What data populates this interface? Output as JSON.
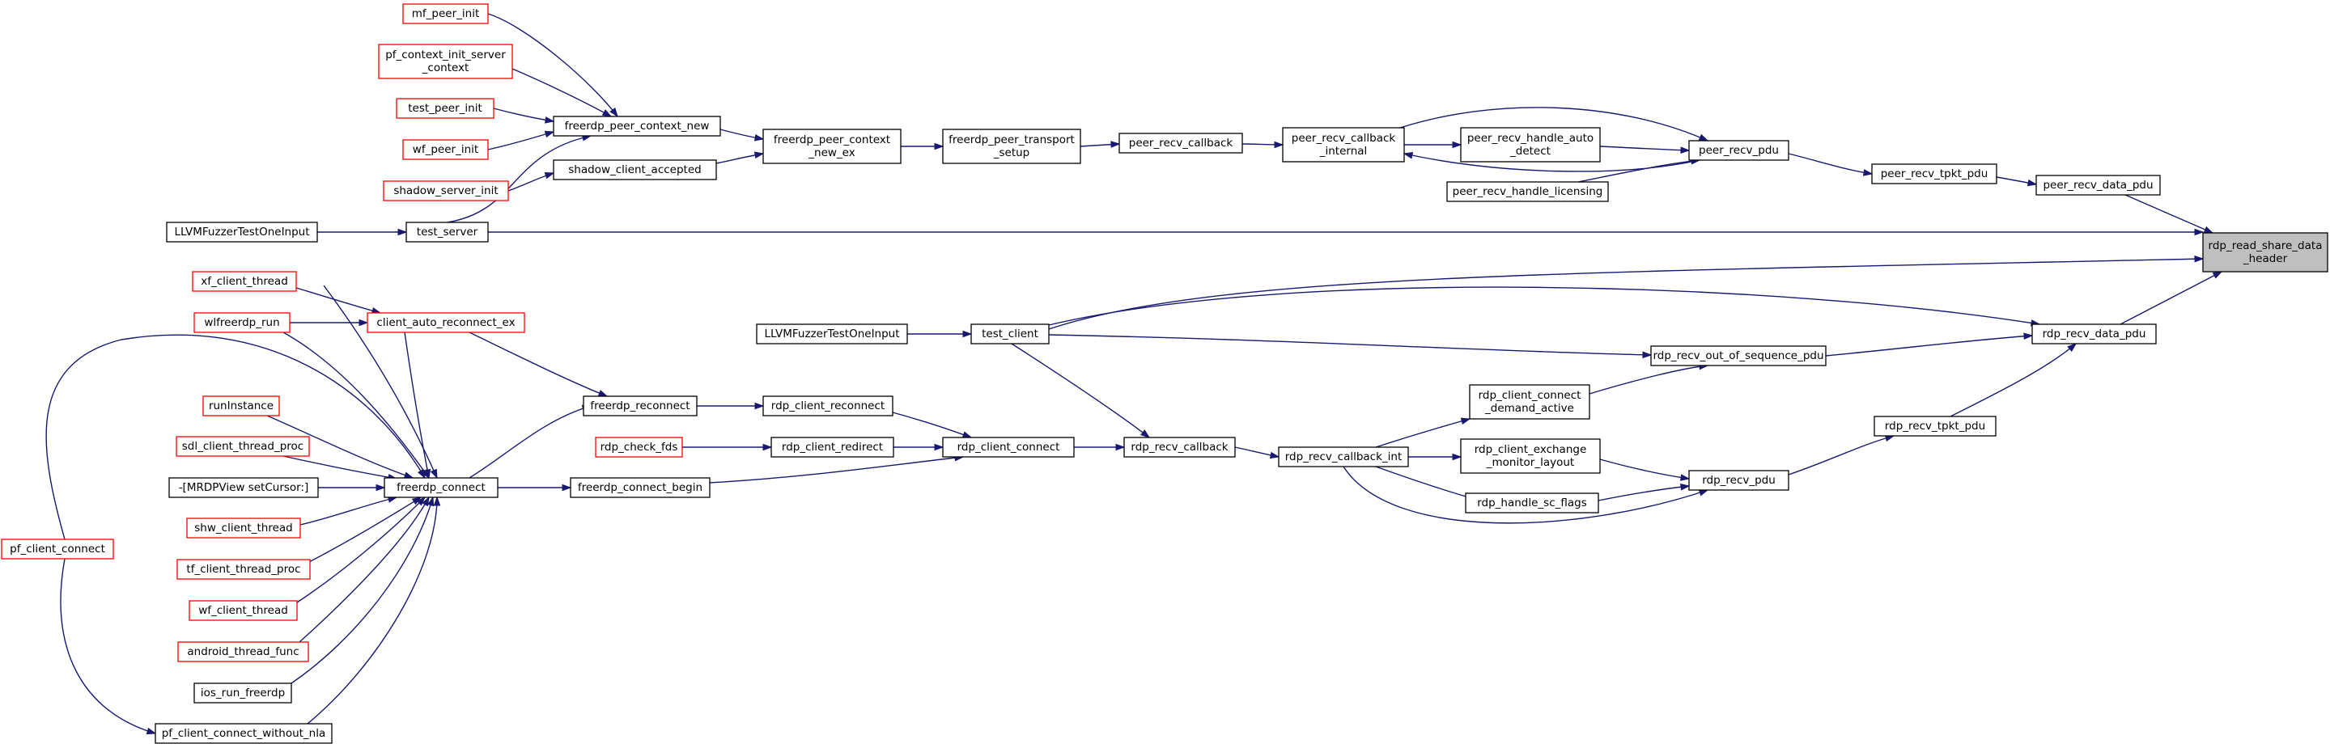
{
  "graph": {
    "nodes": [
      {
        "id": "focus",
        "lines": [
          "rdp_read_share_data",
          "_header"
        ],
        "style": "focus"
      },
      {
        "id": "mf_peer_init",
        "lines": [
          "mf_peer_init"
        ],
        "style": "red"
      },
      {
        "id": "pf_context_init",
        "lines": [
          "pf_context_init_server",
          "_context"
        ],
        "style": "red"
      },
      {
        "id": "test_peer_init",
        "lines": [
          "test_peer_init"
        ],
        "style": "red"
      },
      {
        "id": "wf_peer_init",
        "lines": [
          "wf_peer_init"
        ],
        "style": "red"
      },
      {
        "id": "shadow_server_init",
        "lines": [
          "shadow_server_init"
        ],
        "style": "red"
      },
      {
        "id": "llvm1",
        "lines": [
          "LLVMFuzzerTestOneInput"
        ],
        "style": "black"
      },
      {
        "id": "test_server",
        "lines": [
          "test_server"
        ],
        "style": "black"
      },
      {
        "id": "fpcn",
        "lines": [
          "freerdp_peer_context_new"
        ],
        "style": "black"
      },
      {
        "id": "sca",
        "lines": [
          "shadow_client_accepted"
        ],
        "style": "black"
      },
      {
        "id": "fpcnex",
        "lines": [
          "freerdp_peer_context",
          "_new_ex"
        ],
        "style": "black"
      },
      {
        "id": "fpts",
        "lines": [
          "freerdp_peer_transport",
          "_setup"
        ],
        "style": "black"
      },
      {
        "id": "prc",
        "lines": [
          "peer_recv_callback"
        ],
        "style": "black"
      },
      {
        "id": "prci",
        "lines": [
          "peer_recv_callback",
          "_internal"
        ],
        "style": "black"
      },
      {
        "id": "prhad",
        "lines": [
          "peer_recv_handle_auto",
          "_detect"
        ],
        "style": "black"
      },
      {
        "id": "prhl",
        "lines": [
          "peer_recv_handle_licensing"
        ],
        "style": "black"
      },
      {
        "id": "prp",
        "lines": [
          "peer_recv_pdu"
        ],
        "style": "black"
      },
      {
        "id": "prtp",
        "lines": [
          "peer_recv_tpkt_pdu"
        ],
        "style": "black"
      },
      {
        "id": "prdp",
        "lines": [
          "peer_recv_data_pdu"
        ],
        "style": "black"
      },
      {
        "id": "xf_client_thread",
        "lines": [
          "xf_client_thread"
        ],
        "style": "red"
      },
      {
        "id": "wlfreerdp_run",
        "lines": [
          "wlfreerdp_run"
        ],
        "style": "red"
      },
      {
        "id": "care",
        "lines": [
          "client_auto_reconnect_ex"
        ],
        "style": "red"
      },
      {
        "id": "runInstance",
        "lines": [
          "runInstance"
        ],
        "style": "red"
      },
      {
        "id": "sdl",
        "lines": [
          "sdl_client_thread_proc"
        ],
        "style": "red"
      },
      {
        "id": "mrdp",
        "lines": [
          "-[MRDPView setCursor:]"
        ],
        "style": "black"
      },
      {
        "id": "shw",
        "lines": [
          "shw_client_thread"
        ],
        "style": "red"
      },
      {
        "id": "tf",
        "lines": [
          "tf_client_thread_proc"
        ],
        "style": "red"
      },
      {
        "id": "wf_client_thread",
        "lines": [
          "wf_client_thread"
        ],
        "style": "red"
      },
      {
        "id": "android",
        "lines": [
          "android_thread_func"
        ],
        "style": "red"
      },
      {
        "id": "ios",
        "lines": [
          "ios_run_freerdp"
        ],
        "style": "black"
      },
      {
        "id": "pfcwn",
        "lines": [
          "pf_client_connect_without_nla"
        ],
        "style": "black"
      },
      {
        "id": "pfcc",
        "lines": [
          "pf_client_connect"
        ],
        "style": "red"
      },
      {
        "id": "fc",
        "lines": [
          "freerdp_connect"
        ],
        "style": "black"
      },
      {
        "id": "fr",
        "lines": [
          "freerdp_reconnect"
        ],
        "style": "black"
      },
      {
        "id": "fcb",
        "lines": [
          "freerdp_connect_begin"
        ],
        "style": "black"
      },
      {
        "id": "rcr",
        "lines": [
          "rdp_client_reconnect"
        ],
        "style": "black"
      },
      {
        "id": "rcf",
        "lines": [
          "rdp_check_fds"
        ],
        "style": "red"
      },
      {
        "id": "rcrd",
        "lines": [
          "rdp_client_redirect"
        ],
        "style": "black"
      },
      {
        "id": "rcc",
        "lines": [
          "rdp_client_connect"
        ],
        "style": "black"
      },
      {
        "id": "llvm2",
        "lines": [
          "LLVMFuzzerTestOneInput"
        ],
        "style": "black"
      },
      {
        "id": "test_client",
        "lines": [
          "test_client"
        ],
        "style": "black"
      },
      {
        "id": "rrc",
        "lines": [
          "rdp_recv_callback"
        ],
        "style": "black"
      },
      {
        "id": "rrci",
        "lines": [
          "rdp_recv_callback_int"
        ],
        "style": "black"
      },
      {
        "id": "rcda",
        "lines": [
          "rdp_client_connect",
          "_demand_active"
        ],
        "style": "black"
      },
      {
        "id": "rceml",
        "lines": [
          "rdp_client_exchange",
          "_monitor_layout"
        ],
        "style": "black"
      },
      {
        "id": "rhsf",
        "lines": [
          "rdp_handle_sc_flags"
        ],
        "style": "black"
      },
      {
        "id": "rroosp",
        "lines": [
          "rdp_recv_out_of_sequence_pdu"
        ],
        "style": "black"
      },
      {
        "id": "rrp",
        "lines": [
          "rdp_recv_pdu"
        ],
        "style": "black"
      },
      {
        "id": "rrtp",
        "lines": [
          "rdp_recv_tpkt_pdu"
        ],
        "style": "black"
      },
      {
        "id": "rrdp",
        "lines": [
          "rdp_recv_data_pdu"
        ],
        "style": "black"
      }
    ],
    "edges": [
      {
        "from": "prdp",
        "to": "focus"
      },
      {
        "from": "test_server",
        "to": "focus"
      },
      {
        "from": "test_client",
        "to": "focus"
      },
      {
        "from": "rrdp",
        "to": "focus"
      },
      {
        "from": "mf_peer_init",
        "to": "fpcn"
      },
      {
        "from": "pf_context_init",
        "to": "fpcn"
      },
      {
        "from": "test_peer_init",
        "to": "fpcn"
      },
      {
        "from": "wf_peer_init",
        "to": "fpcn"
      },
      {
        "from": "test_server",
        "to": "fpcn"
      },
      {
        "from": "shadow_server_init",
        "to": "sca"
      },
      {
        "from": "llvm1",
        "to": "test_server"
      },
      {
        "from": "fpcn",
        "to": "fpcnex"
      },
      {
        "from": "sca",
        "to": "fpcnex"
      },
      {
        "from": "fpcnex",
        "to": "fpts"
      },
      {
        "from": "fpts",
        "to": "prc"
      },
      {
        "from": "prc",
        "to": "prci"
      },
      {
        "from": "prci",
        "to": "prhad"
      },
      {
        "from": "prci",
        "to": "prp"
      },
      {
        "from": "prhad",
        "to": "prp"
      },
      {
        "from": "prhl",
        "to": "prp"
      },
      {
        "from": "prp",
        "to": "prci"
      },
      {
        "from": "prp",
        "to": "prtp"
      },
      {
        "from": "prtp",
        "to": "prdp"
      },
      {
        "from": "xf_client_thread",
        "to": "care"
      },
      {
        "from": "wlfreerdp_run",
        "to": "care"
      },
      {
        "from": "xf_client_thread",
        "to": "fc"
      },
      {
        "from": "wlfreerdp_run",
        "to": "fc"
      },
      {
        "from": "care",
        "to": "fc"
      },
      {
        "from": "runInstance",
        "to": "fc"
      },
      {
        "from": "sdl",
        "to": "fc"
      },
      {
        "from": "mrdp",
        "to": "fc"
      },
      {
        "from": "shw",
        "to": "fc"
      },
      {
        "from": "tf",
        "to": "fc"
      },
      {
        "from": "wf_client_thread",
        "to": "fc"
      },
      {
        "from": "android",
        "to": "fc"
      },
      {
        "from": "ios",
        "to": "fc"
      },
      {
        "from": "pfcwn",
        "to": "fc"
      },
      {
        "from": "pfcc",
        "to": "fc"
      },
      {
        "from": "pfcc",
        "to": "pfcwn"
      },
      {
        "from": "care",
        "to": "fr"
      },
      {
        "from": "fc",
        "to": "fr"
      },
      {
        "from": "fc",
        "to": "fcb"
      },
      {
        "from": "fr",
        "to": "rcr"
      },
      {
        "from": "rcf",
        "to": "rcrd"
      },
      {
        "from": "rcr",
        "to": "rcc"
      },
      {
        "from": "rcrd",
        "to": "rcc"
      },
      {
        "from": "fcb",
        "to": "rcc"
      },
      {
        "from": "rcc",
        "to": "rrc"
      },
      {
        "from": "llvm2",
        "to": "test_client"
      },
      {
        "from": "test_client",
        "to": "rrc"
      },
      {
        "from": "rrc",
        "to": "rrci"
      },
      {
        "from": "rrci",
        "to": "rcda"
      },
      {
        "from": "rrci",
        "to": "rceml"
      },
      {
        "from": "rrci",
        "to": "rhsf"
      },
      {
        "from": "rrci",
        "to": "rrp"
      },
      {
        "from": "rcda",
        "to": "rroosp"
      },
      {
        "from": "rceml",
        "to": "rrp"
      },
      {
        "from": "rhsf",
        "to": "rrp"
      },
      {
        "from": "test_client",
        "to": "rroosp"
      },
      {
        "from": "rroosp",
        "to": "rrdp"
      },
      {
        "from": "test_client",
        "to": "rrdp"
      },
      {
        "from": "rrp",
        "to": "rrtp"
      },
      {
        "from": "rrtp",
        "to": "rrdp"
      }
    ]
  }
}
